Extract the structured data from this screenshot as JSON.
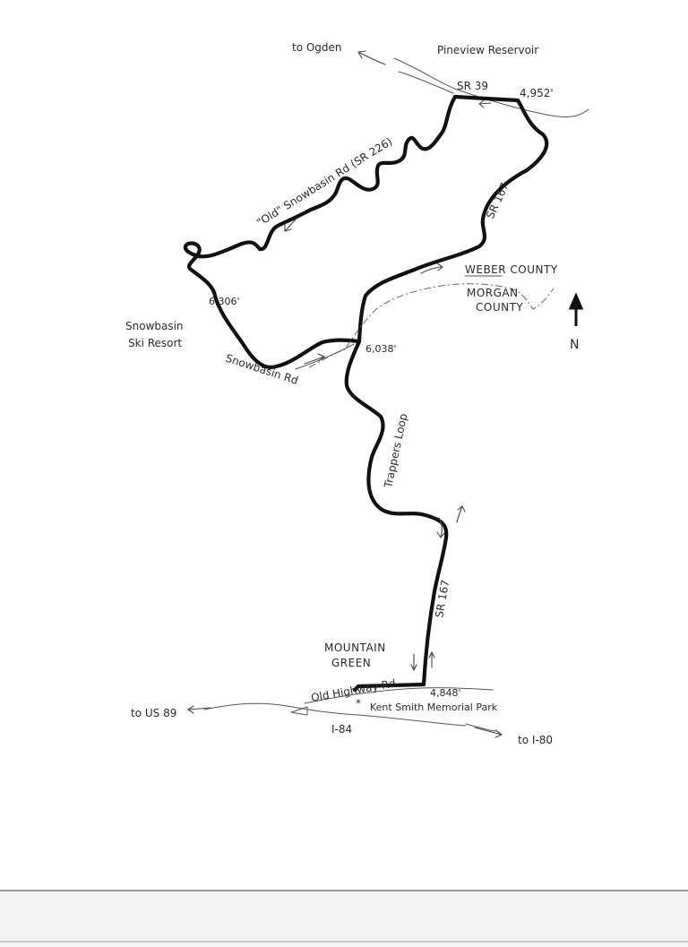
{
  "map": {
    "labels": {
      "to_ogden": "to Ogden",
      "pineview": "Pineview Reservoir",
      "sr39": "SR 39",
      "elev_4952": "4,952'",
      "old_snowbasin": "\"Old\" Snowbasin Rd (SR 226)",
      "sr167_north": "SR 167",
      "weber_county": "WEBER COUNTY",
      "morgan_county_1": "MORGAN",
      "morgan_county_2": "COUNTY",
      "north": "N",
      "elev_6306": "6,306'",
      "snowbasin_resort_1": "Snowbasin",
      "snowbasin_resort_2": "Ski Resort",
      "elev_6038": "6,038'",
      "snowbasin_rd": "Snowbasin Rd",
      "trappers_loop": "Trappers Loop",
      "sr167_south": "SR 167",
      "mountain_green_1": "MOUNTAIN",
      "mountain_green_2": "GREEN",
      "old_highway_rd": "Old Highway Rd",
      "elev_4848": "4,848'",
      "kent_smith": "Kent Smith Memorial Park",
      "to_us89": "to US 89",
      "i84": "I-84",
      "to_i80": "to I-80"
    }
  }
}
